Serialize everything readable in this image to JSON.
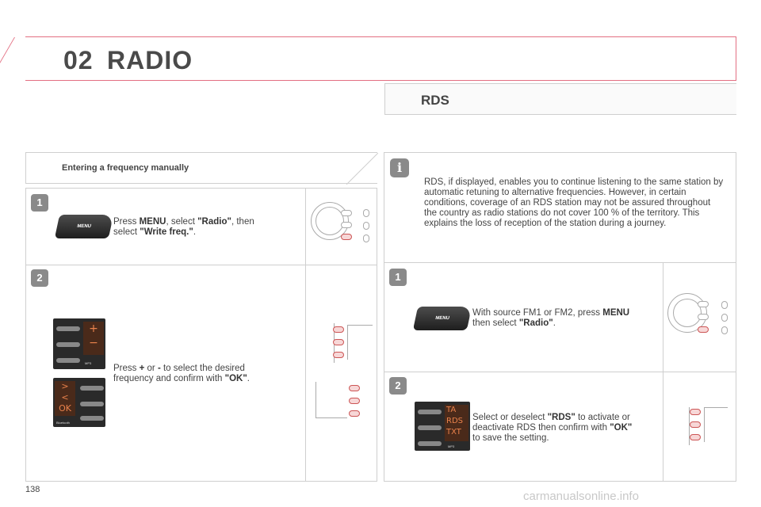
{
  "header": {
    "chapter_number": "02",
    "chapter_title": "RADIO"
  },
  "section": {
    "title": "RDS"
  },
  "left": {
    "title": "Entering a frequency manually",
    "step1": {
      "badge": "1",
      "press": "Press ",
      "menu": "MENU",
      "select1": ", select ",
      "radio": "\"Radio\"",
      "then": ", then",
      "select2": "select ",
      "write": "\"Write freq.\"",
      "dot": ".",
      "button_label": "MENU"
    },
    "step2": {
      "badge": "2",
      "press": "Press ",
      "plus": "+",
      "or": " or ",
      "minus": "-",
      "rest": " to select the desired",
      "line2": "frequency and confirm with ",
      "ok": "\"OK\"",
      "dot": ".",
      "panel_label": "MP3",
      "bt_label": "Bluetooth"
    }
  },
  "right": {
    "info_badge": "i",
    "info_text": "RDS, if displayed, enables you to continue listening to the same station by automatic retuning to alternative frequencies. However, in certain conditions, coverage of an RDS station may not be assured throughout the country as radio stations do not cover 100 % of the territory. This explains the loss of reception of the station during a journey.",
    "step1": {
      "badge": "1",
      "line1": "With source FM1 or FM2, press ",
      "menu": "MENU",
      "line2": "then select ",
      "radio": "\"Radio\"",
      "dot": ".",
      "button_label": "MENU"
    },
    "step2": {
      "badge": "2",
      "line1a": "Select or deselect ",
      "rds": "\"RDS\"",
      "line1b": " to activate or",
      "line2a": "deactivate RDS then confirm with ",
      "ok": "\"OK\"",
      "line3": "to save the setting.",
      "screen": [
        "TA",
        "RDS",
        "TXT"
      ],
      "panel_label": "MP3"
    }
  },
  "page_number": "138",
  "watermark": "carmanualsonline.info",
  "colors": {
    "accent": "#e36f82",
    "border": "#cfcfcf",
    "badge": "#8a8a8a",
    "screen_text": "#e9824c"
  }
}
